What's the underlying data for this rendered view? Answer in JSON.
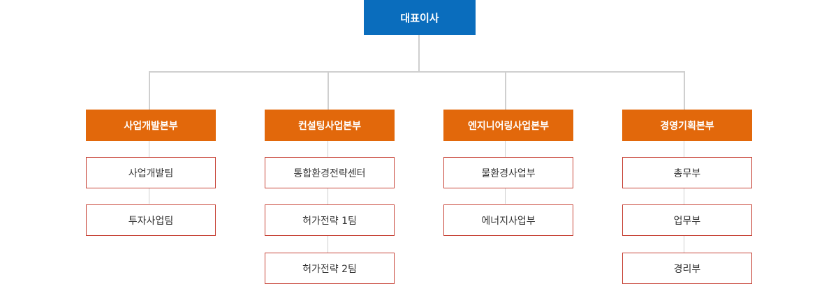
{
  "ceo": {
    "label": "대표이사"
  },
  "divisions": [
    {
      "label": "사업개발본부",
      "teams": [
        "사업개발팀",
        "투자사업팀"
      ]
    },
    {
      "label": "컨설팅사업본부",
      "teams": [
        "통합환경전략센터",
        "허가전략 1팀",
        "허가전략 2팀"
      ]
    },
    {
      "label": "엔지니어링사업본부",
      "teams": [
        "물환경사업부",
        "에너지사업부"
      ]
    },
    {
      "label": "경영기획본부",
      "teams": [
        "총무부",
        "업무부",
        "경리부"
      ]
    }
  ],
  "colors": {
    "ceo_fill": "#0a6dbd",
    "division_fill": "#e2680b",
    "team_border": "#c8463a",
    "connector": "#cfcfcf"
  }
}
